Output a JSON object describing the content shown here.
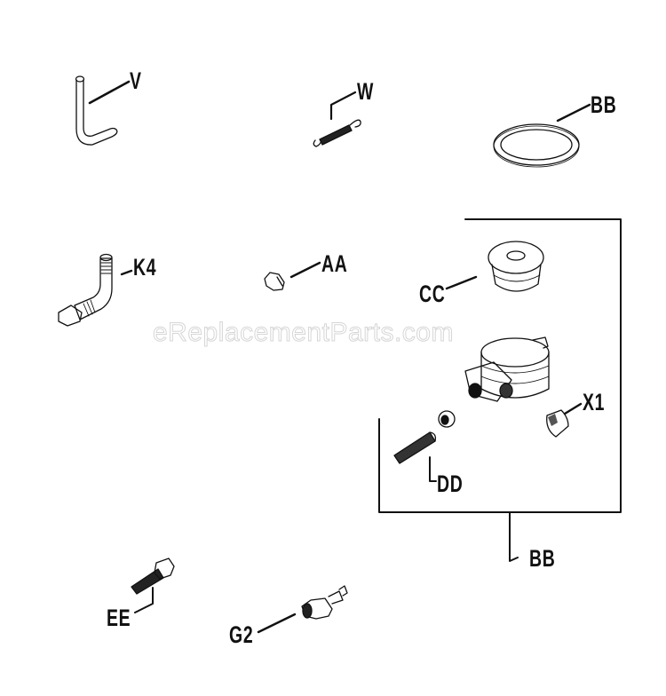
{
  "watermark": "eReplacementParts.com",
  "labels": {
    "V": "V",
    "W": "W",
    "BB_top": "BB",
    "K4": "K4",
    "AA": "AA",
    "CC": "CC",
    "X1": "X1",
    "DD": "DD",
    "BB_group": "BB",
    "EE": "EE",
    "G2": "G2"
  },
  "parts": [
    {
      "ref": "V",
      "shape": "bent-tube"
    },
    {
      "ref": "W",
      "shape": "extension-spring"
    },
    {
      "ref": "BB",
      "shape": "gasket-ring"
    },
    {
      "ref": "K4",
      "shape": "elbow-fitting"
    },
    {
      "ref": "AA",
      "shape": "small-plug"
    },
    {
      "ref": "CC",
      "shape": "cap-plug"
    },
    {
      "ref": "X1",
      "shape": "pipe-plug"
    },
    {
      "ref": "DD",
      "shape": "set-screw-and-nut"
    },
    {
      "ref": "BB",
      "shape": "clamp-assembly-group"
    },
    {
      "ref": "EE",
      "shape": "hex-bolt"
    },
    {
      "ref": "G2",
      "shape": "spark-plug"
    }
  ],
  "colors": {
    "ink": "#111111",
    "background": "#ffffff",
    "watermark_stroke": "#d6d6d6"
  }
}
